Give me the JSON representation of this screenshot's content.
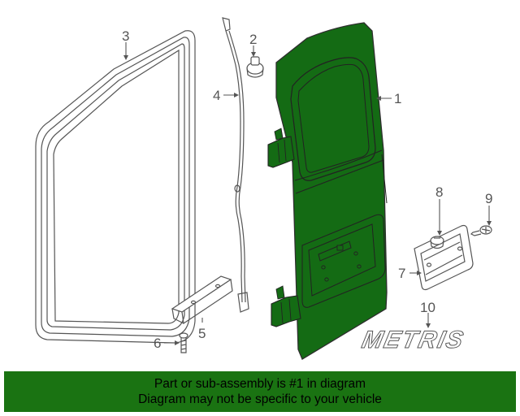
{
  "callouts": {
    "c1": "1",
    "c2": "2",
    "c3": "3",
    "c4": "4",
    "c5": "5",
    "c6": "6",
    "c7": "7",
    "c8": "8",
    "c9": "9",
    "c10": "10"
  },
  "badge_text": "METRIS",
  "banner": {
    "line1": "Part or sub-assembly is #1 in diagram",
    "line2": "Diagram may not be specific to your vehicle"
  },
  "colors": {
    "door_fill": "#146b14",
    "banner_bg": "#1a7312",
    "line": "#555555"
  }
}
